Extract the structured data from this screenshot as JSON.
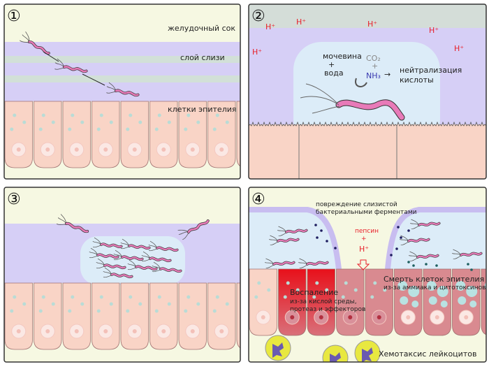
{
  "panels": [
    {
      "number": "①",
      "labels": {
        "gastric_juice": "желудочный сок",
        "mucus_layer": "слой слизи",
        "epithelial_cells": "клетки эпителия"
      }
    },
    {
      "number": "②",
      "hplus": "H⁺",
      "urea": "мочевина",
      "plus": "+",
      "water": "вода",
      "co2": "CO₂",
      "nh3": "NH₃",
      "neutralization_1": "нейтрализация",
      "neutralization_2": "кислоты"
    },
    {
      "number": "③"
    },
    {
      "number": "④",
      "damage_1": "повреждение слизистой",
      "damage_2": "бактериальными ферментами",
      "pepsin": "пепсин",
      "plus": "+",
      "hplus": "H⁺",
      "inflammation": "Воспаление",
      "inflammation_1": "из-за кислой среды,",
      "inflammation_2": "протеаз и эффекторов",
      "death": "Смерть клеток эпителия",
      "death_sub": "из-за аммиака и цитотоксинов",
      "chemotaxis": "Хемотаксис лейкоцитов"
    }
  ],
  "colors": {
    "gastric_juice": "#f6f8e2",
    "mucus": "#d6cff6",
    "cell": "#f9d4c6",
    "bacterium": "#e87ab8",
    "inflamed": "#e8101a",
    "neutral_zone": "#dcecf8"
  }
}
